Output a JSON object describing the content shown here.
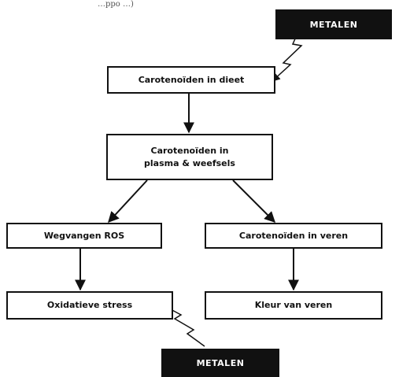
{
  "fragment": "…ppo …)",
  "nodes": {
    "dieet": "Carotenoïden in dieet",
    "plasma_line1": "Carotenoïden in",
    "plasma_line2": "plasma & weefsels",
    "ros": "Wegvangen ROS",
    "veren": "Carotenoïden in veren",
    "stress": "Oxidatieve stress",
    "kleur": "Kleur van veren"
  },
  "metals": {
    "top": "METALEN",
    "bottom": "METALEN"
  },
  "colors": {
    "line": "#111111",
    "metal_bg": "#111111",
    "metal_text": "#ffffff"
  }
}
